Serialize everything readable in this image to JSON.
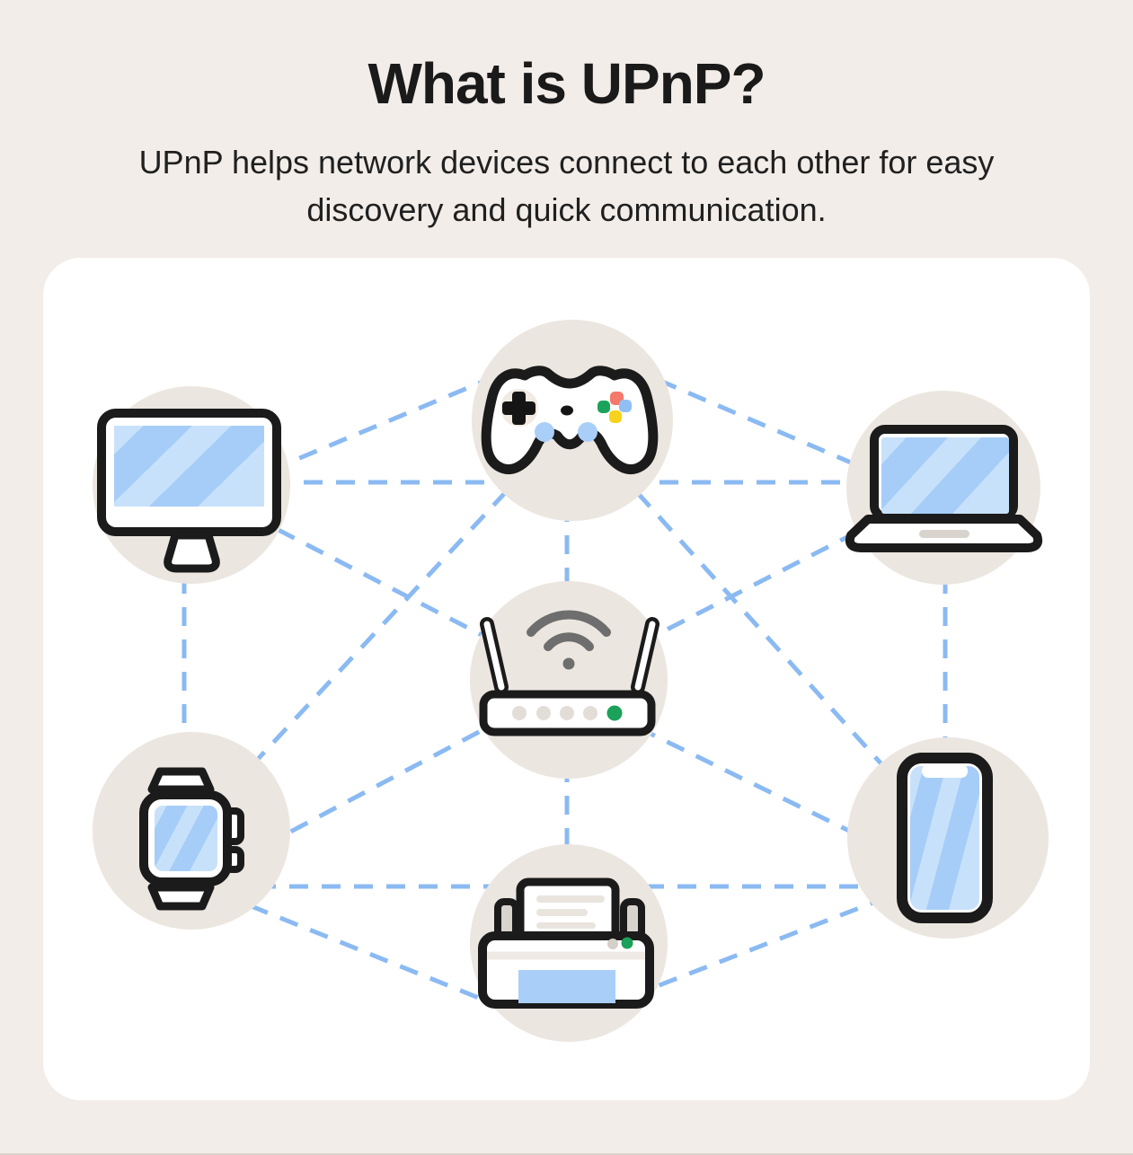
{
  "header": {
    "title": "What is UPnP?",
    "subtitle_line1": "UPnP helps network devices connect to each other for easy",
    "subtitle_line2": "discovery and quick communication."
  },
  "diagram": {
    "description": "Mesh network of devices connected to each other and a central Wi-Fi router by dashed blue lines",
    "devices": [
      {
        "id": "desktop",
        "icon": "desktop-computer-icon"
      },
      {
        "id": "game-controller",
        "icon": "game-controller-icon"
      },
      {
        "id": "laptop",
        "icon": "laptop-icon"
      },
      {
        "id": "router",
        "icon": "wifi-router-icon"
      },
      {
        "id": "smartwatch",
        "icon": "smartwatch-icon"
      },
      {
        "id": "smartphone",
        "icon": "smartphone-icon"
      },
      {
        "id": "printer",
        "icon": "printer-icon"
      }
    ],
    "connections": [
      [
        "desktop",
        "game-controller"
      ],
      [
        "game-controller",
        "laptop"
      ],
      [
        "desktop",
        "laptop"
      ],
      [
        "desktop",
        "router"
      ],
      [
        "laptop",
        "router"
      ],
      [
        "game-controller",
        "router"
      ],
      [
        "game-controller",
        "smartwatch"
      ],
      [
        "game-controller",
        "smartphone"
      ],
      [
        "desktop",
        "smartwatch"
      ],
      [
        "laptop",
        "smartphone"
      ],
      [
        "router",
        "smartwatch"
      ],
      [
        "router",
        "smartphone"
      ],
      [
        "router",
        "printer"
      ],
      [
        "smartwatch",
        "smartphone"
      ],
      [
        "smartwatch",
        "printer"
      ],
      [
        "printer",
        "smartphone"
      ]
    ],
    "colors": {
      "background": "#F2EDE9",
      "card": "#FFFFFF",
      "device_circle": "#ECE6E0",
      "connection_line": "#8BBAF2",
      "icon_outline": "#1B1B1B",
      "screen_blue": "#A5CDF8",
      "screen_highlight": "#C8E1FB",
      "wifi_gray": "#6E6E6E",
      "led_green": "#1BA159",
      "led_gray": "#E3DDD7",
      "button_red": "#F4796B",
      "button_green": "#1BA35B",
      "button_blue": "#90BFF5",
      "button_yellow": "#F7D31E"
    }
  }
}
